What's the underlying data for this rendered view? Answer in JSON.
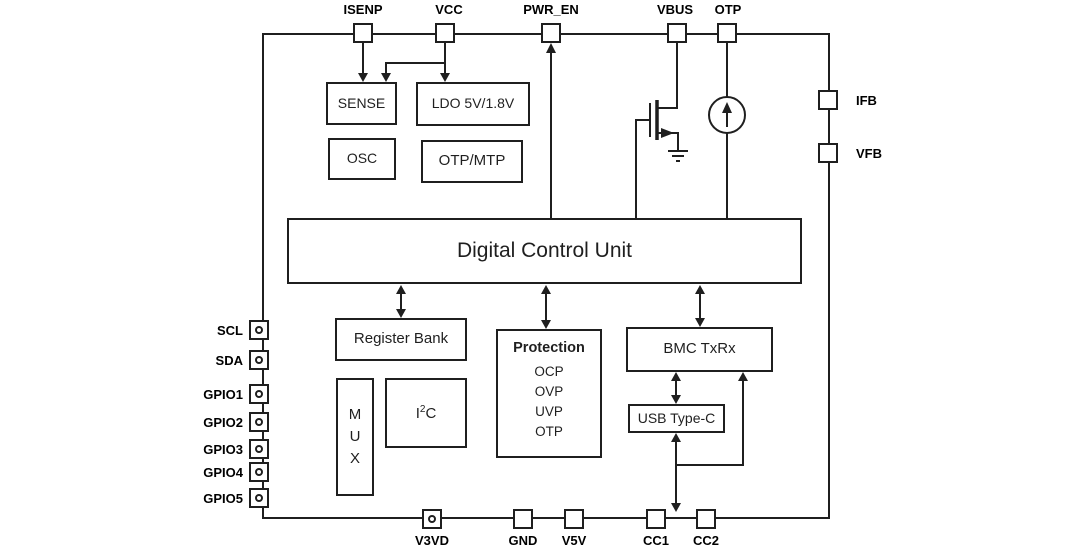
{
  "pins": {
    "isenp": "ISENP",
    "vcc": "VCC",
    "pwr_en": "PWR_EN",
    "vbus": "VBUS",
    "otp": "OTP",
    "ifb": "IFB",
    "vfb": "VFB",
    "scl": "SCL",
    "sda": "SDA",
    "gpio1": "GPIO1",
    "gpio2": "GPIO2",
    "gpio3": "GPIO3",
    "gpio4": "GPIO4",
    "gpio5": "GPIO5",
    "v3vd": "V3VD",
    "gnd": "GND",
    "v5v": "V5V",
    "cc1": "CC1",
    "cc2": "CC2"
  },
  "blocks": {
    "sense": "SENSE",
    "ldo": "LDO 5V/1.8V",
    "osc": "OSC",
    "otp_mtp": "OTP/MTP",
    "dcu": "Digital Control Unit",
    "register_bank": "Register Bank",
    "mux": [
      "M",
      "U",
      "X"
    ],
    "i2c": {
      "pre": "I",
      "sup": "2",
      "post": "C"
    },
    "protection": {
      "title": "Protection",
      "items": [
        "OCP",
        "OVP",
        "UVP",
        "OTP"
      ]
    },
    "bmc": "BMC TxRx",
    "usb": "USB Type-C"
  },
  "symbols": {
    "mosfet": "nmos-transistor",
    "current_source": "current-source-circle-up-arrow",
    "ground": "ground-symbol"
  },
  "colors": {
    "line": "#1f1f1f",
    "background": "#ffffff"
  }
}
